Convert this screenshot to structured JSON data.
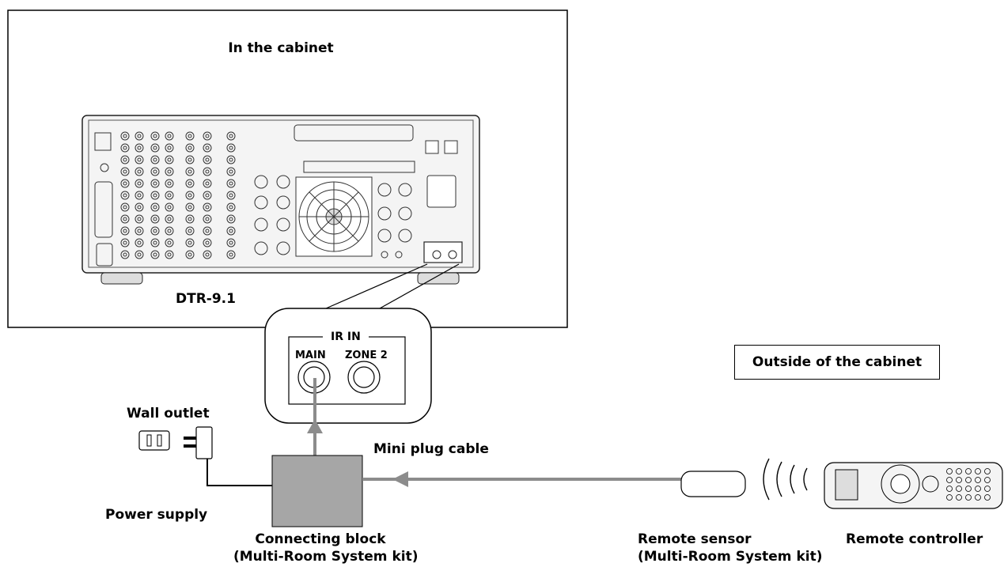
{
  "labels": {
    "cabinet_title": "In the cabinet",
    "model": "DTR-9.1",
    "ir_in": "IR IN",
    "main": "MAIN",
    "zone2": "ZONE 2",
    "outside": "Outside of the cabinet",
    "wall_outlet": "Wall outlet",
    "mini_plug": "Mini plug cable",
    "power_supply": "Power supply",
    "connecting_block_l1": "Connecting block",
    "connecting_block_l2": "(Multi-Room System kit)",
    "remote_sensor_l1": "Remote sensor",
    "remote_sensor_l2": "(Multi-Room System kit)",
    "remote_controller": "Remote controller"
  },
  "colors": {
    "cable": "#8c8c8c",
    "block": "#a6a6a6",
    "line": "#000000",
    "panel": "#f2f2f2"
  }
}
